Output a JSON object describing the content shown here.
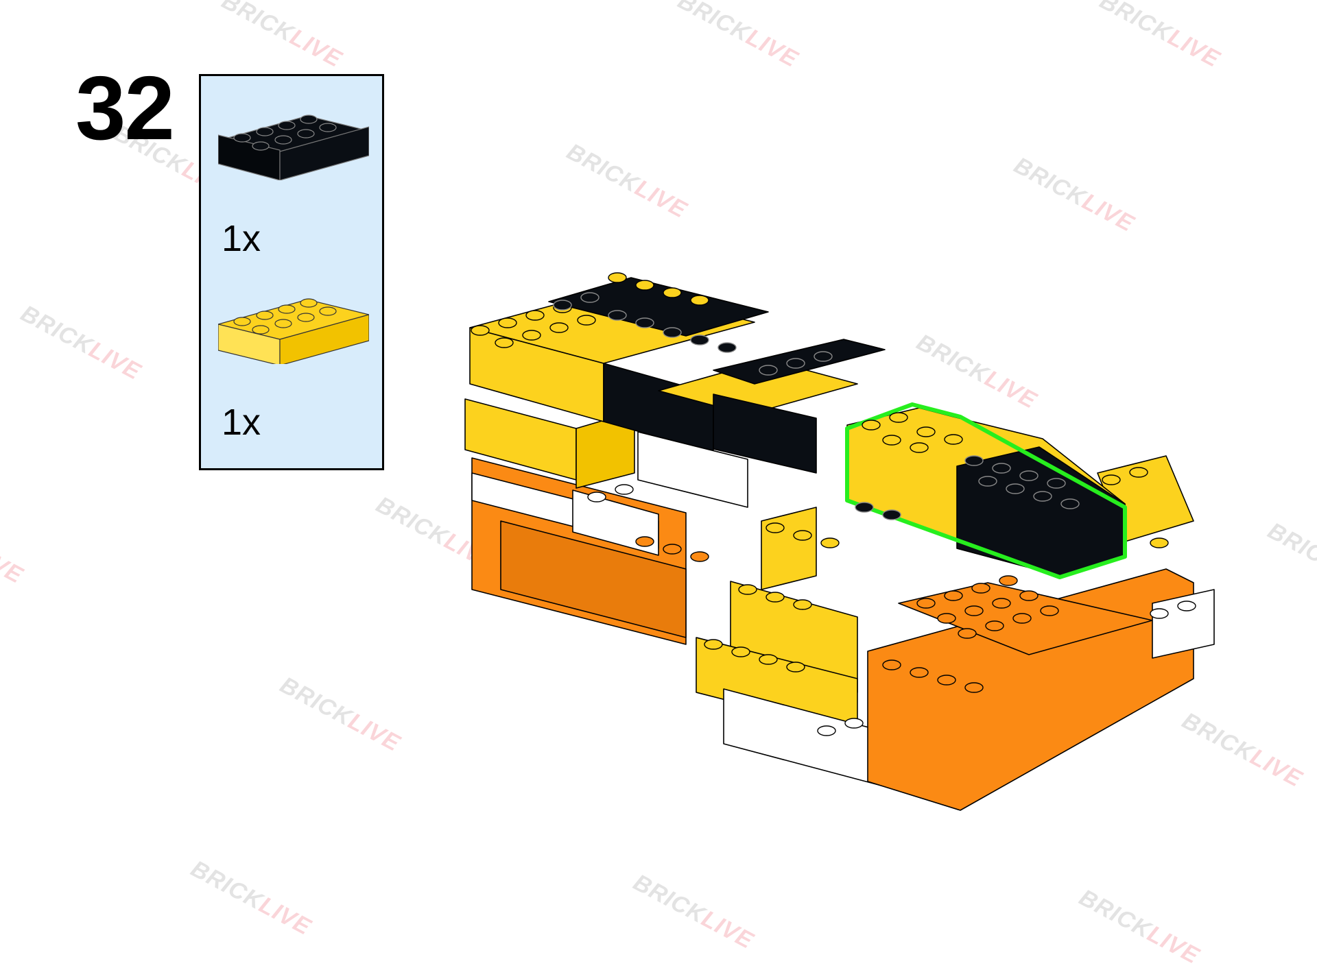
{
  "step": {
    "number": "32"
  },
  "parts": [
    {
      "name": "black 2x4 brick",
      "color": "#0a0e14",
      "quantity": "1x"
    },
    {
      "name": "yellow 2x4 brick",
      "color": "#fcd21e",
      "quantity": "1x"
    }
  ],
  "watermark": {
    "part1": "BRICK",
    "part2": "LIVE"
  },
  "colors": {
    "yellow": "#fcd21e",
    "black": "#0a0e14",
    "orange": "#fb8a14",
    "white": "#ffffff",
    "highlight": "#27ee1e",
    "panel": "#d8ecfb"
  }
}
